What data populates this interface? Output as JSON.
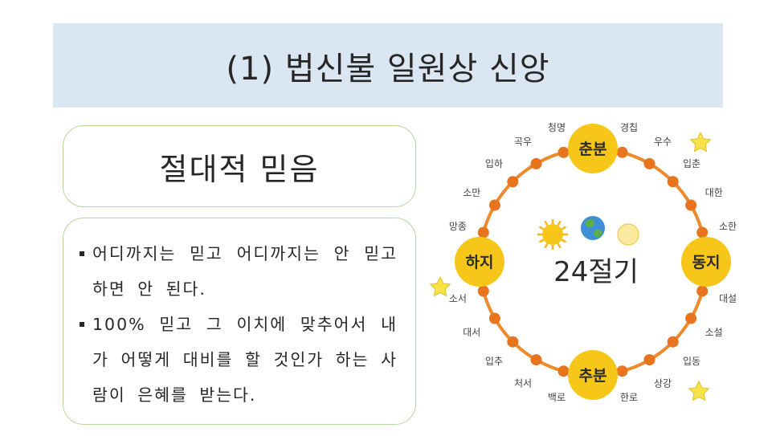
{
  "slide": {
    "title": "(1) 법신불 일원상 신앙",
    "heading": "절대적 믿음",
    "bullets": [
      "어디까지는 믿고 어디까지는 안 믿고 하면 안 된다.",
      "100% 믿고 그 이치에 맞추어서 내가 어떻게 대비를 할 것인가 하는 사람이 은혜를 받는다."
    ]
  },
  "diagram": {
    "center_label": "24절기",
    "major_terms": [
      "춘분",
      "동지",
      "추분",
      "하지"
    ],
    "minor_terms": [
      "경칩",
      "우수",
      "입춘",
      "대한",
      "소한",
      "대설",
      "소설",
      "입동",
      "상강",
      "한로",
      "백로",
      "처서",
      "입추",
      "대서",
      "소서",
      "망종",
      "소만",
      "입하",
      "곡우",
      "청명"
    ],
    "icons": [
      "sun-icon",
      "earth-icon",
      "moon-icon"
    ],
    "colors": {
      "ring": "#ed8a2c",
      "dot": "#e8741e",
      "major_circle": "#f6c619",
      "star": "#f7e24a",
      "title_bg": "#dbe6f3",
      "box_border": "#b5d69c"
    }
  }
}
